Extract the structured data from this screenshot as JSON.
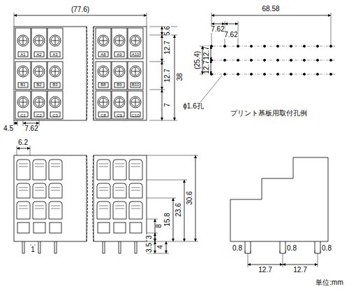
{
  "diagram": {
    "labels": [
      "A1",
      "A2",
      "A3",
      "A8",
      "A9",
      "A10",
      "B1",
      "B2",
      "B3",
      "B8",
      "B9",
      "B10",
      "C1",
      "C2",
      "C3",
      "C8",
      "C9",
      "C10",
      "(77.6)",
      "5.6",
      "12.7",
      "12.7",
      "38",
      "7",
      "4.5",
      "7.62",
      "68.58",
      "7.62",
      "7.62",
      "(25.4)",
      "12.7",
      "12.7",
      "ϕ1.6孔",
      "プリント基板用取付孔例",
      "6.2",
      "30.6",
      "23.6",
      "15.8",
      "8",
      "3",
      "3.5",
      "4",
      "1",
      "0.8",
      "12.7",
      "0.8",
      "12.7",
      "0.8",
      "単位:mm"
    ]
  }
}
